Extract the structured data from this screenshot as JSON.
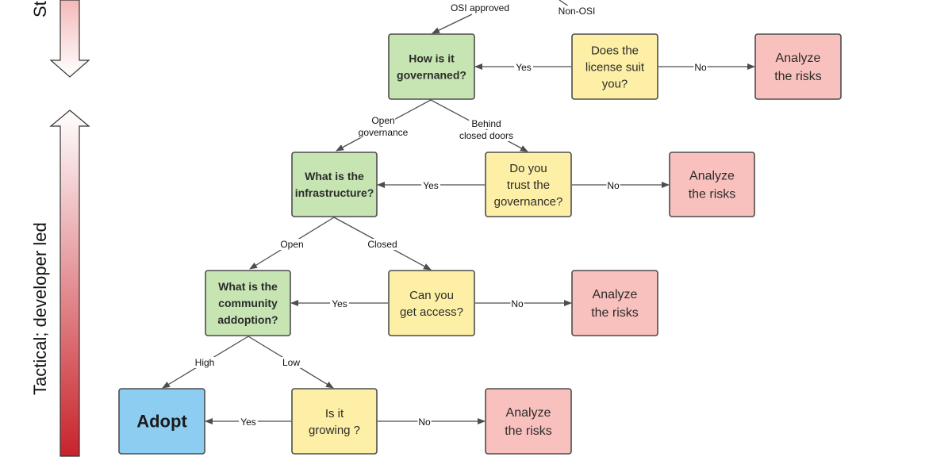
{
  "side_labels": {
    "top": "St",
    "bottom": "Tactical; developer led"
  },
  "colors": {
    "green": "#c6e5b2",
    "yellow": "#fdf0a6",
    "red": "#f9c1bd",
    "blue": "#8ecdf2",
    "stroke": "#4d4d4d",
    "arrow_top_fill": "#fbe6e6",
    "arrow_bottom_fill": "#c9302c"
  },
  "nodes": [
    {
      "id": "how-governed",
      "kind": "green",
      "lines": [
        "How is it",
        "governaned?"
      ]
    },
    {
      "id": "license-suit",
      "kind": "yellow",
      "lines": [
        "Does the",
        "license suit",
        "you?"
      ]
    },
    {
      "id": "analyze-1",
      "kind": "red",
      "lines": [
        "Analyze",
        "the risks"
      ]
    },
    {
      "id": "infrastructure",
      "kind": "green",
      "lines": [
        "What is the",
        "infrastructure?"
      ]
    },
    {
      "id": "trust-governance",
      "kind": "yellow",
      "lines": [
        "Do you",
        "trust the",
        "governance?"
      ]
    },
    {
      "id": "analyze-2",
      "kind": "red",
      "lines": [
        "Analyze",
        "the risks"
      ]
    },
    {
      "id": "community-adoption",
      "kind": "green",
      "lines": [
        "What is the",
        "community",
        "addoption?"
      ]
    },
    {
      "id": "get-access",
      "kind": "yellow",
      "lines": [
        "Can you",
        "get access?"
      ]
    },
    {
      "id": "analyze-3",
      "kind": "red",
      "lines": [
        "Analyze",
        "the risks"
      ]
    },
    {
      "id": "adopt",
      "kind": "blue",
      "lines": [
        "Adopt"
      ]
    },
    {
      "id": "is-growing",
      "kind": "yellow",
      "lines": [
        "Is it",
        "growing ?"
      ]
    },
    {
      "id": "analyze-4",
      "kind": "red",
      "lines": [
        "Analyze",
        "the risks"
      ]
    }
  ],
  "edge_labels": [
    {
      "id": "osi-approved",
      "lines": [
        "OSI approved"
      ]
    },
    {
      "id": "non-osi",
      "lines": [
        "Non-OSI"
      ]
    },
    {
      "id": "yes-1",
      "lines": [
        "Yes"
      ]
    },
    {
      "id": "no-1",
      "lines": [
        "No"
      ]
    },
    {
      "id": "open-governance",
      "lines": [
        "Open",
        "governance"
      ]
    },
    {
      "id": "closed-doors",
      "lines": [
        "Behind",
        "closed doors"
      ]
    },
    {
      "id": "yes-2",
      "lines": [
        "Yes"
      ]
    },
    {
      "id": "no-2",
      "lines": [
        "No"
      ]
    },
    {
      "id": "open",
      "lines": [
        "Open"
      ]
    },
    {
      "id": "closed",
      "lines": [
        "Closed"
      ]
    },
    {
      "id": "yes-3",
      "lines": [
        "Yes"
      ]
    },
    {
      "id": "no-3",
      "lines": [
        "No"
      ]
    },
    {
      "id": "high",
      "lines": [
        "High"
      ]
    },
    {
      "id": "low",
      "lines": [
        "Low"
      ]
    },
    {
      "id": "yes-4",
      "lines": [
        "Yes"
      ]
    },
    {
      "id": "no-4",
      "lines": [
        "No"
      ]
    }
  ]
}
